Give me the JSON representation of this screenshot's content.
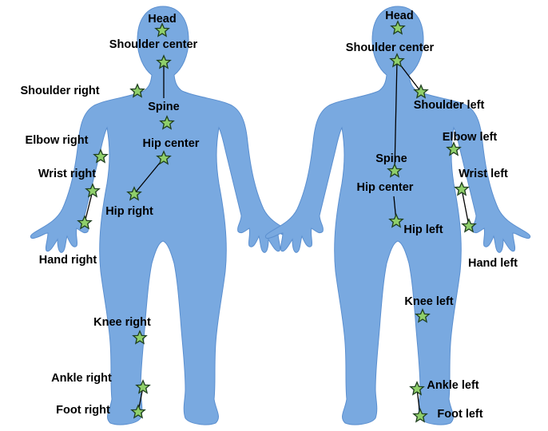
{
  "colors": {
    "body_fill": "#79a9e0",
    "body_stroke": "#5b8fcf",
    "star_fill": "#8fcf6a",
    "star_stroke": "#1f3f1f",
    "line": "#000000",
    "background": "#ffffff"
  },
  "figures": [
    {
      "id": "front",
      "labels": {
        "head": "Head",
        "shoulder_center": "Shoulder center",
        "shoulder_right": "Shoulder right",
        "spine": "Spine",
        "hip_center": "Hip center",
        "elbow_right": "Elbow right",
        "wrist_right": "Wrist right",
        "hip_right": "Hip right",
        "hand_right": "Hand right",
        "knee_right": "Knee right",
        "ankle_right": "Ankle right",
        "foot_right": "Foot right"
      }
    },
    {
      "id": "back",
      "labels": {
        "head": "Head",
        "shoulder_center": "Shoulder center",
        "shoulder_left": "Shoulder left",
        "elbow_left": "Elbow left",
        "spine": "Spine",
        "wrist_left": "Wrist left",
        "hip_center": "Hip center",
        "hip_left": "Hip left",
        "hand_left": "Hand left",
        "knee_left": "Knee left",
        "ankle_left": "Ankle left",
        "foot_left": "Foot left"
      }
    }
  ],
  "joint_icon": "star-icon"
}
